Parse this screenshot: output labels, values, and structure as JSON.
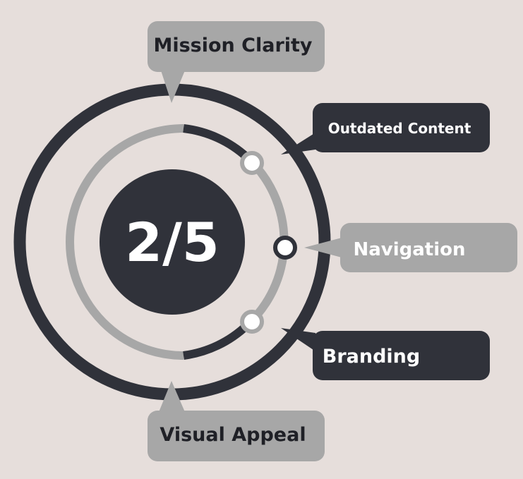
{
  "center": {
    "score": "2/5"
  },
  "labels": {
    "mission_clarity": "Mission Clarity",
    "outdated_content": "Outdated Content",
    "navigation": "Navigation",
    "branding": "Branding",
    "visual_appeal": "Visual Appeal"
  },
  "colors": {
    "background": "#e6dedb",
    "dark": "#30323a",
    "gray": "#a7a7a7",
    "text_dark": "#1f2026",
    "text_light": "#ffffff"
  }
}
